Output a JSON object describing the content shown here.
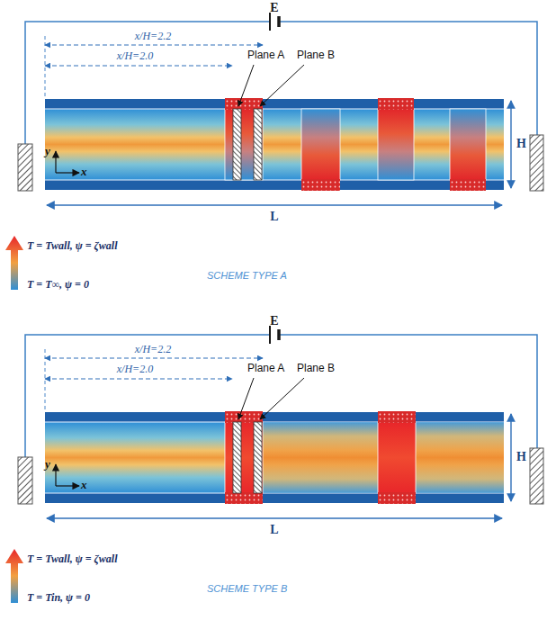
{
  "diagram": {
    "labels": [
      "E",
      "x/H=2.2",
      "x/H=2.0",
      "Plane A",
      "Plane B",
      "H",
      "y",
      "x",
      "L",
      "SCHEME TYPE A",
      "E",
      "x/H=2.2",
      "x/H=2.0",
      "Plane A",
      "Plane B",
      "H",
      "y",
      "x",
      "L",
      "SCHEME TYPE B"
    ],
    "legend": [
      {
        "text": "T = Twall, ψ = ζwall"
      },
      {
        "text": "T = T∞, ψ = 0"
      },
      {
        "text": "T = Twall, ψ = ζwall"
      },
      {
        "text": "T = Tin, ψ = 0"
      }
    ]
  }
}
